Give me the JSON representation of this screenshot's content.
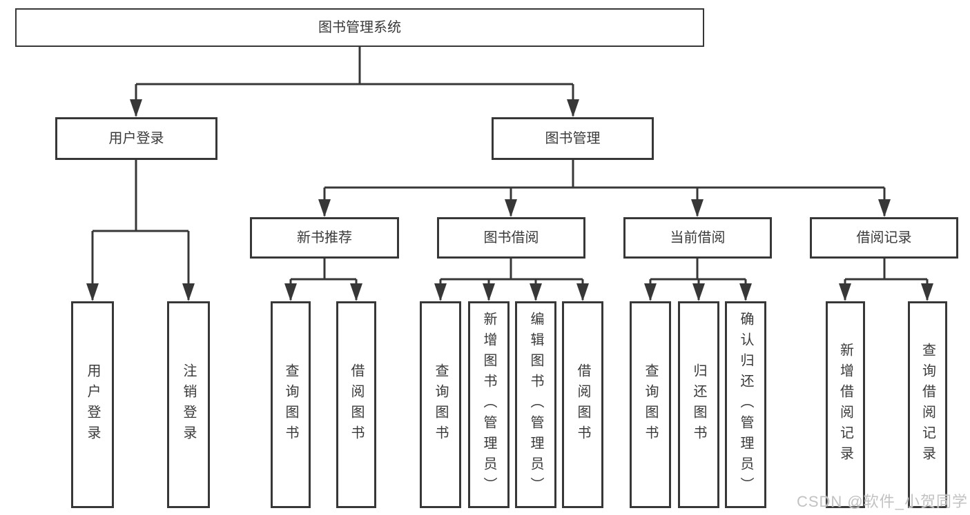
{
  "tree": {
    "label": "图书管理系统",
    "children": [
      {
        "label": "用户登录",
        "children": [
          {
            "label": "用户登录"
          },
          {
            "label": "注销登录"
          }
        ]
      },
      {
        "label": "图书管理",
        "children": [
          {
            "label": "新书推荐",
            "children": [
              {
                "label": "查询图书"
              },
              {
                "label": "借阅图书"
              }
            ]
          },
          {
            "label": "图书借阅",
            "children": [
              {
                "label": "查询图书"
              },
              {
                "label": "新增图书（管理员）"
              },
              {
                "label": "编辑图书（管理员）"
              },
              {
                "label": "借阅图书"
              }
            ]
          },
          {
            "label": "当前借阅",
            "children": [
              {
                "label": "查询图书"
              },
              {
                "label": "归还图书"
              },
              {
                "label": "确认归还（管理员）"
              }
            ]
          },
          {
            "label": "借阅记录",
            "children": [
              {
                "label": "新增借阅记录"
              },
              {
                "label": "查询借阅记录"
              }
            ]
          }
        ]
      }
    ]
  },
  "watermark": "CSDN @软件_小贺同学",
  "colors": {
    "line": "#373737",
    "text": "#3a3a3a",
    "watermark": "#c2c2c2",
    "background": "#ffffff"
  }
}
